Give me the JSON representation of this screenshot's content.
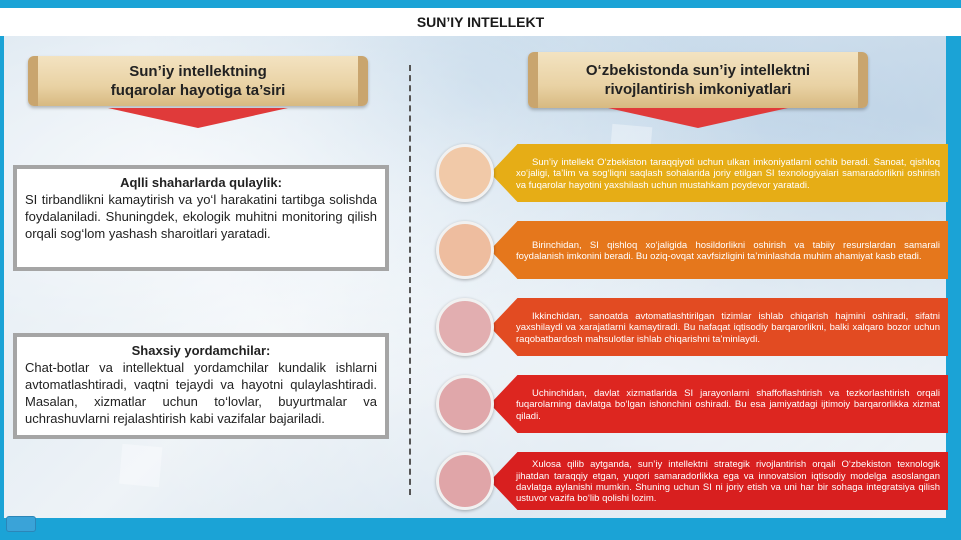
{
  "header": {
    "title": "SUN’IY INTELLEKT"
  },
  "left": {
    "scroll_title": "Sun’iy intellektning\nfuqarolar hayotiga ta’siri",
    "box1": {
      "title": "Aqlli shaharlarda qulaylik:",
      "text": "SI tirbandlikni kamaytirish va yo‘l harakatini tartibga solishda foydalaniladi. Shuningdek, ekologik muhitni monitoring qilish orqali sog‘lom yashash sharoitlari yaratadi."
    },
    "box2": {
      "title": "Shaxsiy yordamchilar:",
      "text": "Chat-botlar va intellektual yordamchilar kundalik ishlarni avtomatlashtiradi, vaqtni tejaydi va hayotni qulaylashtiradi. Masalan, xizmatlar uchun to‘lovlar, buyurtmalar va uchrashuvlarni rejalashtirish kabi vazifalar bajariladi."
    }
  },
  "right": {
    "scroll_title": "O‘zbekistonda sun’iy intellektni\nrivojlantirish imkoniyatlari",
    "items": [
      {
        "text": "Sun’iy intellekt O‘zbekiston taraqqiyoti uchun ulkan imkoniyatlarni ochib beradi. Sanoat, qishloq xo‘jaligi, ta’lim va sog‘liqni saqlash sohalarida joriy etilgan SI texnologiyalari samaradorlikni oshirish va fuqarolar hayotini yaxshilash uchun mustahkam poydevor yaratadi.",
        "color": "#e6ad16",
        "circle": "#f1c9a8"
      },
      {
        "text": "Birinchidan, SI qishloq xo‘jaligida hosildorlikni oshirish va tabiiy resurslardan samarali foydalanish imkonini beradi. Bu oziq-ovqat xavfsizligini ta’minlashda muhim ahamiyat kasb etadi.",
        "color": "#e5771c",
        "circle": "#eebd9f"
      },
      {
        "text": "Ikkinchidan, sanoatda avtomatlashtirilgan tizimlar ishlab chiqarish hajmini oshiradi, sifatni yaxshilaydi va xarajatlarni kamaytiradi. Bu nafaqat iqtisodiy barqarorlikni, balki xalqaro bozor uchun raqobatbardosh mahsulotlar ishlab chiqarishni ta’minlaydi.",
        "color": "#e24b22",
        "circle": "#e2aeb0"
      },
      {
        "text": "Uchinchidan, davlat xizmatlarida SI jarayonlarni shaffoflashtirish va tezkorlashtirish orqali fuqarolarning davlatga bo‘lgan ishonchini oshiradi. Bu esa jamiyatdagi ijtimoiy barqarorlikka xizmat qiladi.",
        "color": "#dd2620",
        "circle": "#e0a7aa"
      },
      {
        "text": "Xulosa qilib aytganda, sun’iy intellektni strategik rivojlantirish orqali O‘zbekiston texnologik jihatdan taraqqiy etgan, yuqori samaradorlikka ega va innovatsion iqtisodiy modelga asoslangan davlatga aylanishi mumkin. Shuning uchun SI ni joriy etish va uni har bir sohaga integratsiya qilish ustuvor vazifa bo‘lib qolishi lozim.",
        "color": "#d81f1f",
        "circle": "#e0a5a8"
      }
    ]
  }
}
